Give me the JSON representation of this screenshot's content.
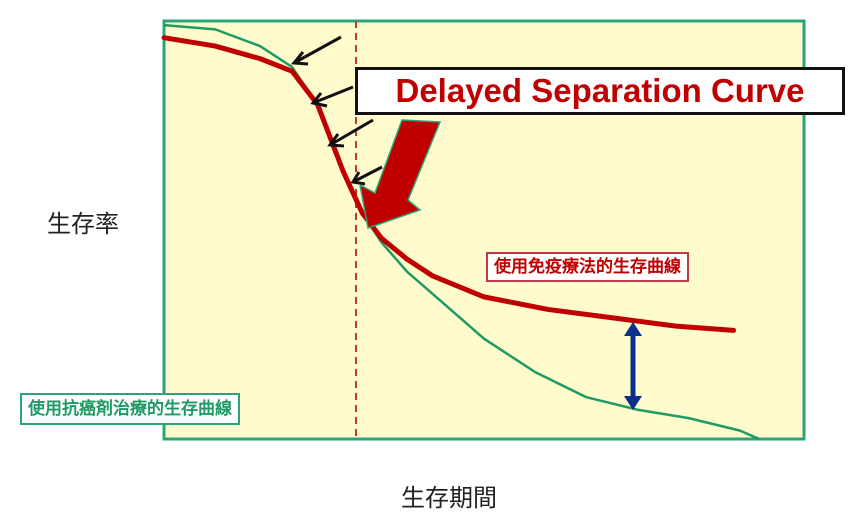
{
  "colors": {
    "plot_bg": "#fffbcc",
    "frame": "#2aa57a",
    "immuno_curve": "#c00000",
    "chemo_curve": "#1f9a64",
    "divider": "#c0392b",
    "gap_arrow": "#0b2f8a",
    "big_arrow": "#c00000",
    "small_arrows": "#111111"
  },
  "labels": {
    "ylabel": "生存率",
    "xlabel": "生存期間",
    "callout": "Delayed Separation Curve",
    "immuno_legend": "使用免疫療法的生存曲線",
    "chemo_legend": "使用抗癌剤治療的生存曲線"
  },
  "chart_data": {
    "type": "line",
    "title": "Delayed Separation Curve",
    "xlabel": "生存期間",
    "ylabel": "生存率",
    "xlim": [
      0,
      100
    ],
    "ylim": [
      0,
      100
    ],
    "grid": false,
    "legend_position": "inline annotations",
    "series": [
      {
        "name": "使用免疫療法的生存曲線",
        "color": "#c00000",
        "x": [
          0,
          8,
          15,
          20,
          24,
          28,
          31,
          34,
          38,
          42,
          50,
          60,
          70,
          80,
          89
        ],
        "y": [
          96,
          94,
          91,
          88,
          80,
          64,
          54,
          48,
          43,
          39,
          34,
          31,
          29,
          27,
          26
        ]
      },
      {
        "name": "使用抗癌剤治療的生存曲線",
        "color": "#1f9a64",
        "x": [
          0,
          8,
          15,
          20,
          24,
          28,
          31,
          34,
          38,
          44,
          50,
          58,
          66,
          74,
          82,
          90,
          93
        ],
        "y": [
          99,
          98,
          94,
          89,
          80,
          64,
          54,
          47,
          40,
          32,
          24,
          16,
          10,
          7,
          5,
          2,
          0
        ]
      }
    ],
    "annotations": [
      {
        "type": "vline",
        "x": 30,
        "style": "dashed",
        "color": "#c0392b"
      },
      {
        "type": "text_box",
        "text": "Delayed Separation Curve"
      },
      {
        "type": "double_arrow",
        "x": 73,
        "from_series": "使用免疫療法的生存曲線",
        "to_series": "使用抗癌剤治療的生存曲線"
      },
      {
        "type": "arrows",
        "count": 4,
        "pointing_to": "overlapping early curves"
      },
      {
        "type": "big_arrow",
        "pointing_to": "separation point"
      }
    ]
  }
}
